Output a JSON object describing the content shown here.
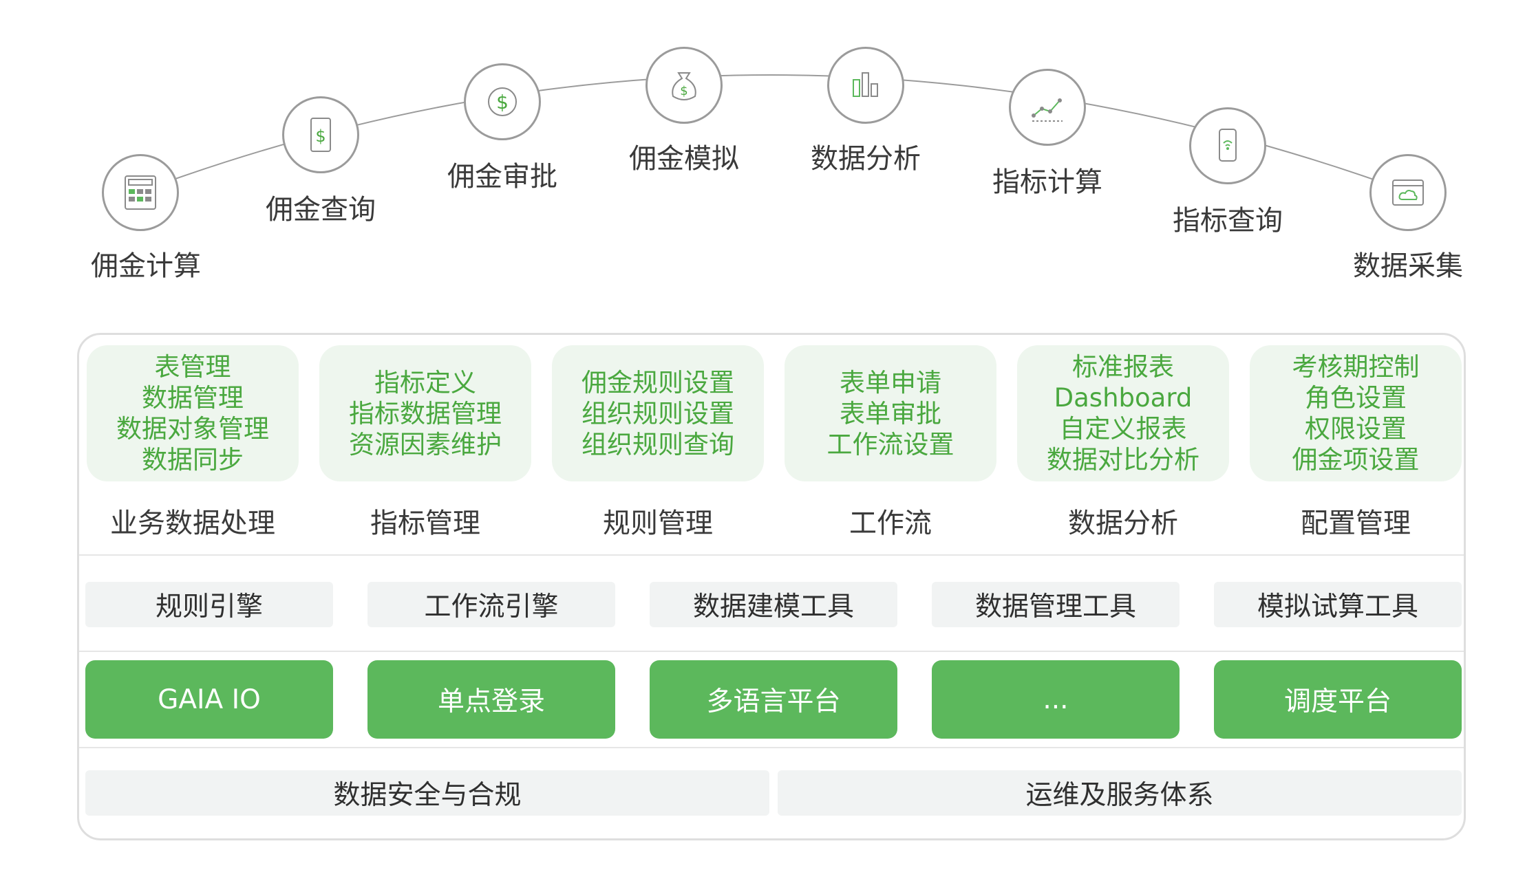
{
  "arc_nodes": [
    {
      "label": "佣金计算",
      "icon": "calculator-icon"
    },
    {
      "label": "佣金查询",
      "icon": "receipt-dollar-icon"
    },
    {
      "label": "佣金审批",
      "icon": "dollar-coin-icon"
    },
    {
      "label": "佣金模拟",
      "icon": "money-bag-icon"
    },
    {
      "label": "数据分析",
      "icon": "bar-chart-icon"
    },
    {
      "label": "指标计算",
      "icon": "trend-line-icon"
    },
    {
      "label": "指标查询",
      "icon": "mobile-wifi-icon"
    },
    {
      "label": "数据采集",
      "icon": "cloud-browser-icon"
    }
  ],
  "modules": [
    {
      "title": "业务数据处理",
      "items": [
        "表管理",
        "数据管理",
        "数据对象管理",
        "数据同步"
      ]
    },
    {
      "title": "指标管理",
      "items": [
        "指标定义",
        "指标数据管理",
        "资源因素维护"
      ]
    },
    {
      "title": "规则管理",
      "items": [
        "佣金规则设置",
        "组织规则设置",
        "组织规则查询"
      ]
    },
    {
      "title": "工作流",
      "items": [
        "表单申请",
        "表单审批",
        "工作流设置"
      ]
    },
    {
      "title": "数据分析",
      "items": [
        "标准报表",
        "Dashboard",
        "自定义报表",
        "数据对比分析"
      ]
    },
    {
      "title": "配置管理",
      "items": [
        "考核期控制",
        "角色设置",
        "权限设置",
        "佣金项设置"
      ]
    }
  ],
  "tools": [
    "规则引擎",
    "工作流引擎",
    "数据建模工具",
    "数据管理工具",
    "模拟试算工具"
  ],
  "platforms": [
    "GAIA IO",
    "单点登录",
    "多语言平台",
    "...",
    "调度平台"
  ],
  "base": [
    "数据安全与合规",
    "运维及服务体系"
  ],
  "colors": {
    "accent": "#5cb85c",
    "accent_text": "#4aa83f",
    "module_bg": "#eef6ee",
    "tool_bg": "#f1f3f3",
    "node_border": "#9b9b9b"
  }
}
